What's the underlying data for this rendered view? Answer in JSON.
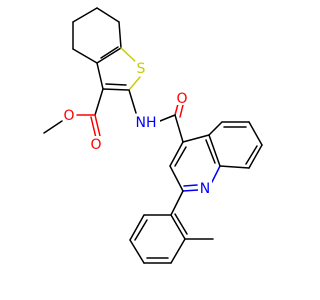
{
  "molecule": {
    "atoms": {
      "sulfur": "S",
      "carbonyl_o1": "O",
      "methoxy_o": "O",
      "amide_o": "O",
      "amide_nh": "NH",
      "quinoline_n": "N"
    },
    "colors": {
      "carbon_bond": "#000000",
      "oxygen": "#ff0000",
      "nitrogen": "#0000ff",
      "sulfur": "#cccc00"
    }
  }
}
